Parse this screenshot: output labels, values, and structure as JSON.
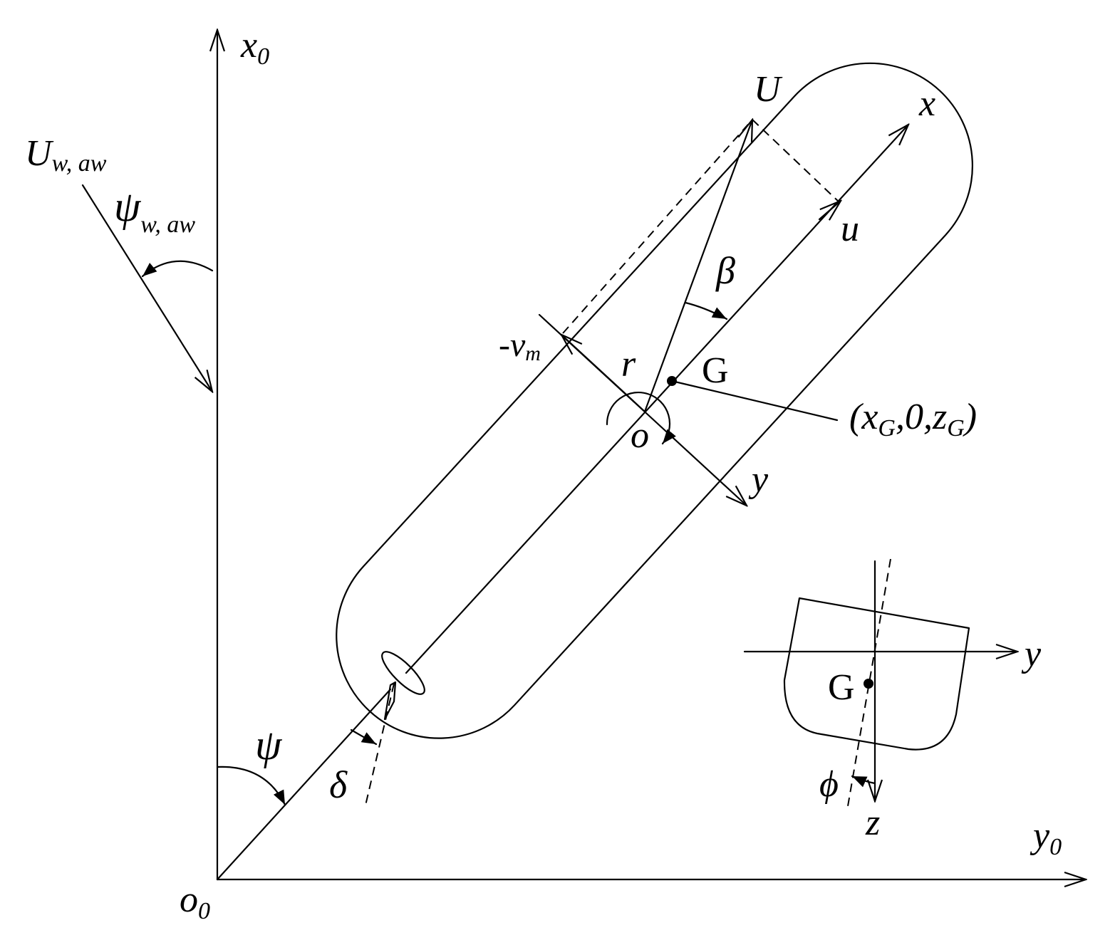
{
  "labels": {
    "x0": "x",
    "x0_sub": "0",
    "y0": "y",
    "y0_sub": "0",
    "o0": "o",
    "o0_sub": "0",
    "x": "x",
    "y": "y",
    "U": "U",
    "u": "u",
    "beta": "β",
    "vm_prefix": "-v",
    "vm_sub": "m",
    "r": "r",
    "G": "G",
    "o": "o",
    "psi": "ψ",
    "delta": "δ",
    "Uw": "U",
    "Uw_sub": "w, aw",
    "psiw": "ψ",
    "psiw_sub": "w, aw",
    "cg_open": "(x",
    "cg_sub1": "G",
    "cg_mid": ",0,z",
    "cg_sub2": "G",
    "cg_close": ")",
    "inset_y": "y",
    "inset_z": "z",
    "inset_G": "G",
    "phi": "ϕ"
  }
}
